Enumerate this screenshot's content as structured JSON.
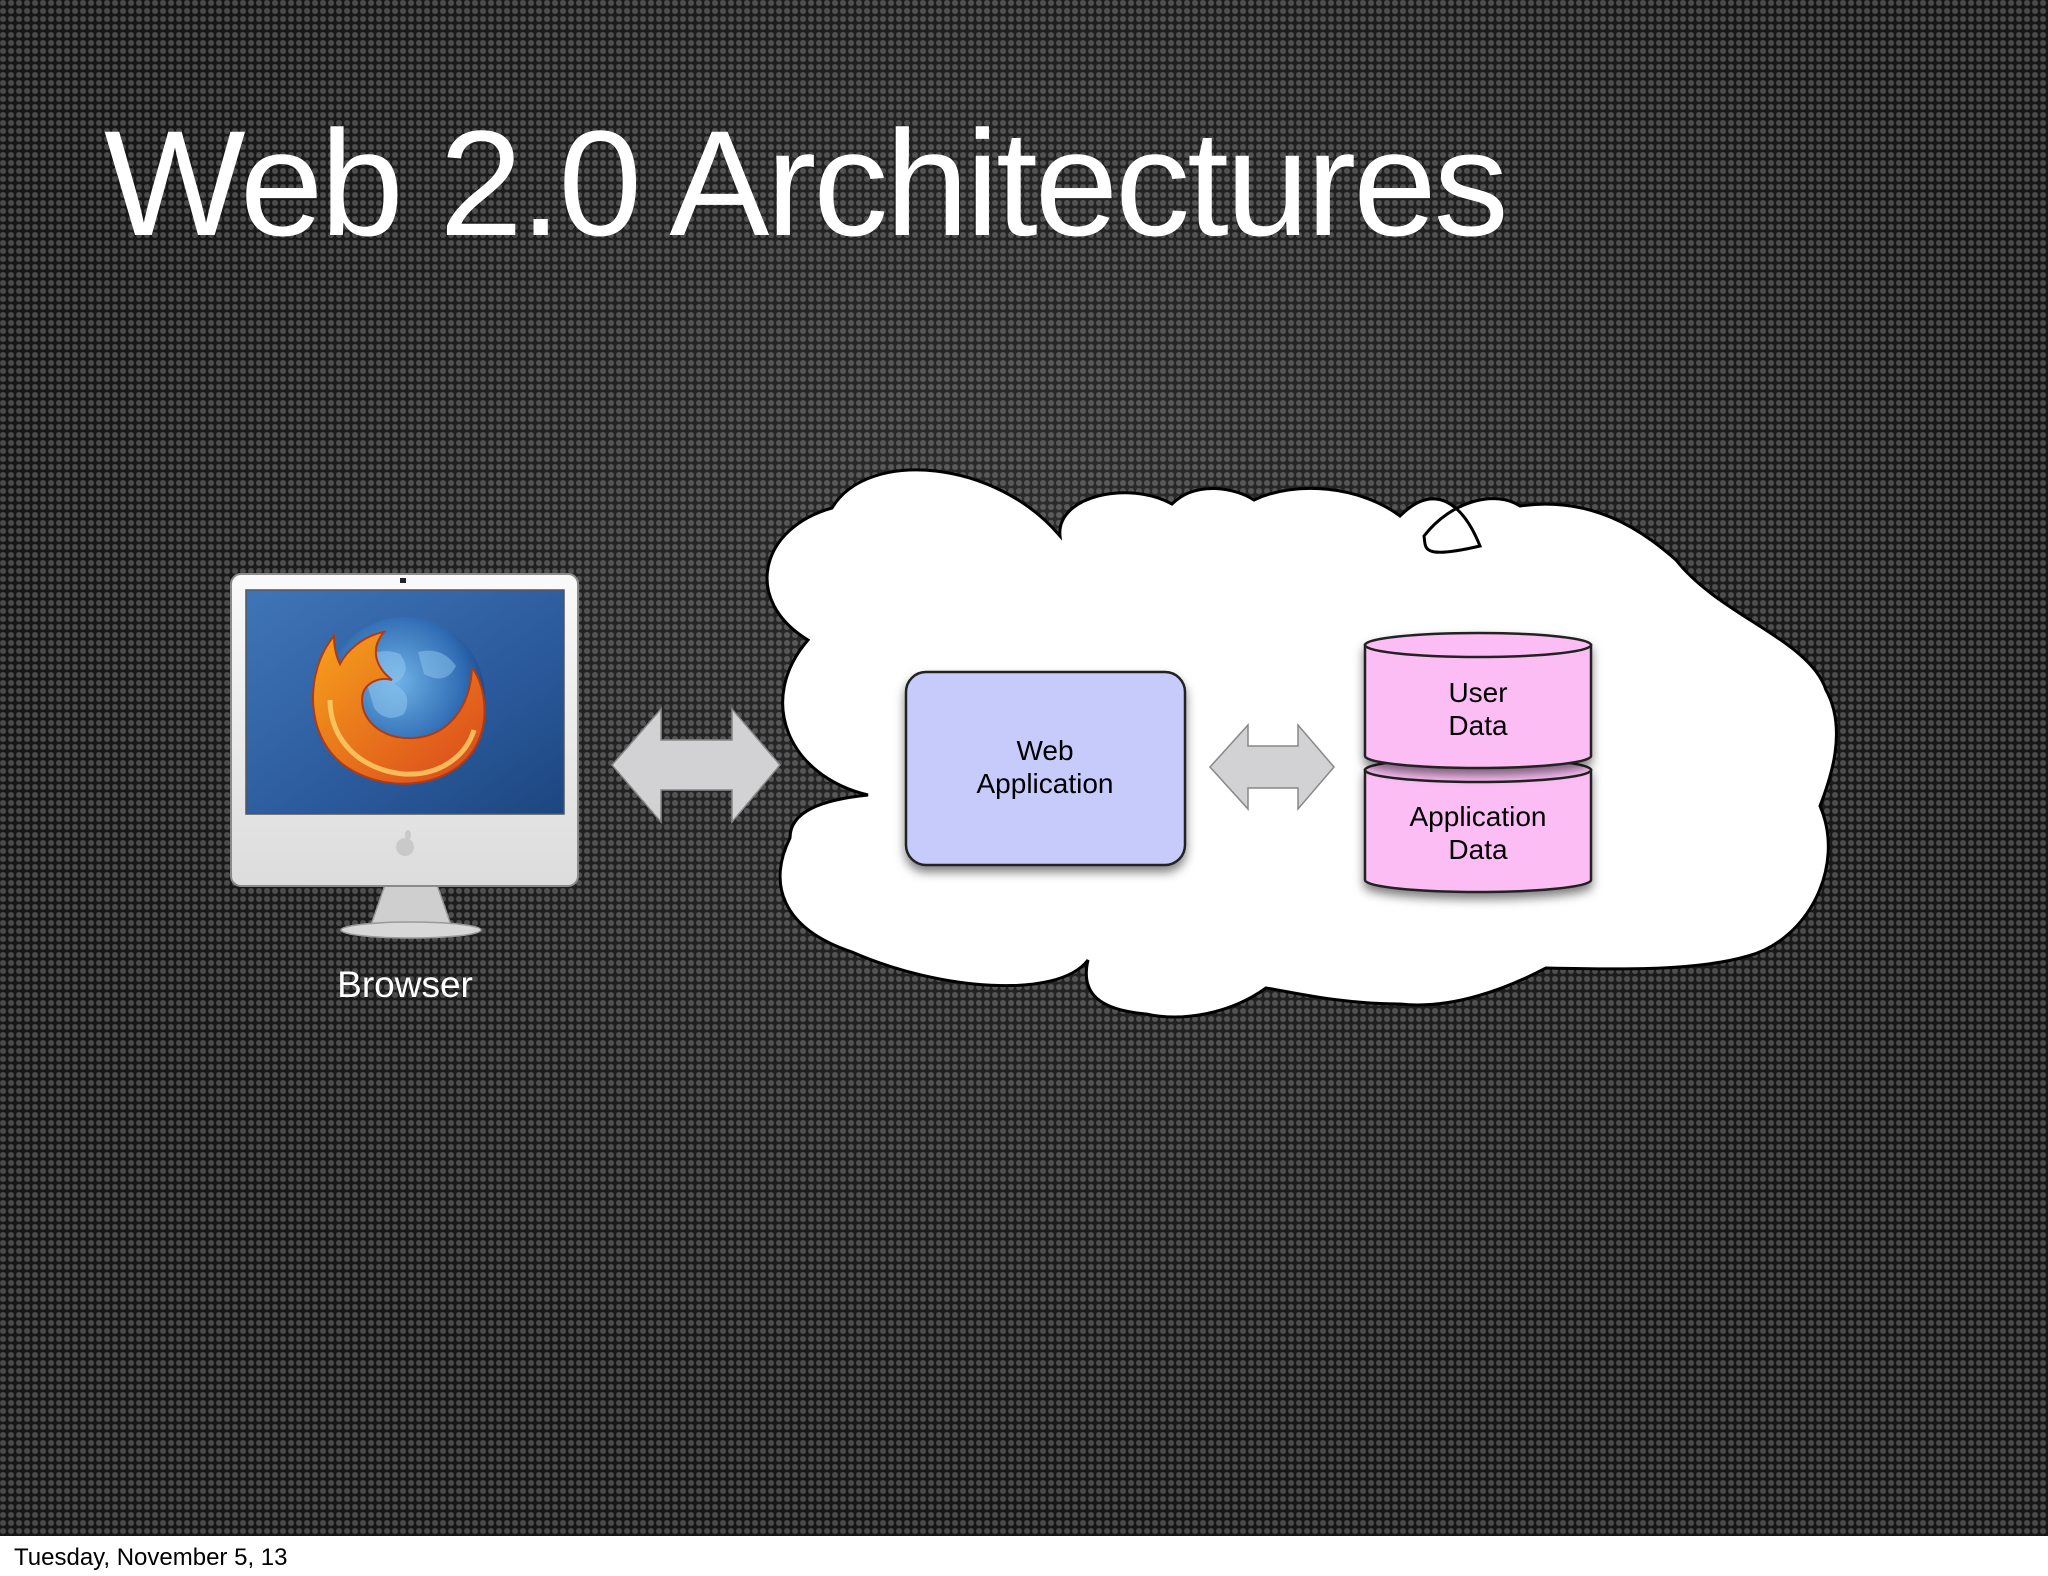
{
  "slide": {
    "title": "Web 2.0 Architectures",
    "footer_date": "Tuesday, November 5, 13"
  },
  "diagram": {
    "browser_label": "Browser",
    "web_app": {
      "line1": "Web",
      "line2": "Application"
    },
    "user_data": {
      "line1": "User",
      "line2": "Data"
    },
    "application_data": {
      "line1": "Application",
      "line2": "Data"
    }
  },
  "icons": {
    "computer": "imac-icon",
    "browser_logo": "firefox-icon",
    "connector": "double-arrow-icon"
  },
  "colors": {
    "background": "#161616",
    "title_text": "#ffffff",
    "cloud_fill": "#ffffff",
    "web_app_fill": "#c6cbfb",
    "database_fill": "#fbbdf4",
    "arrow_fill": "#d2d2d4"
  }
}
